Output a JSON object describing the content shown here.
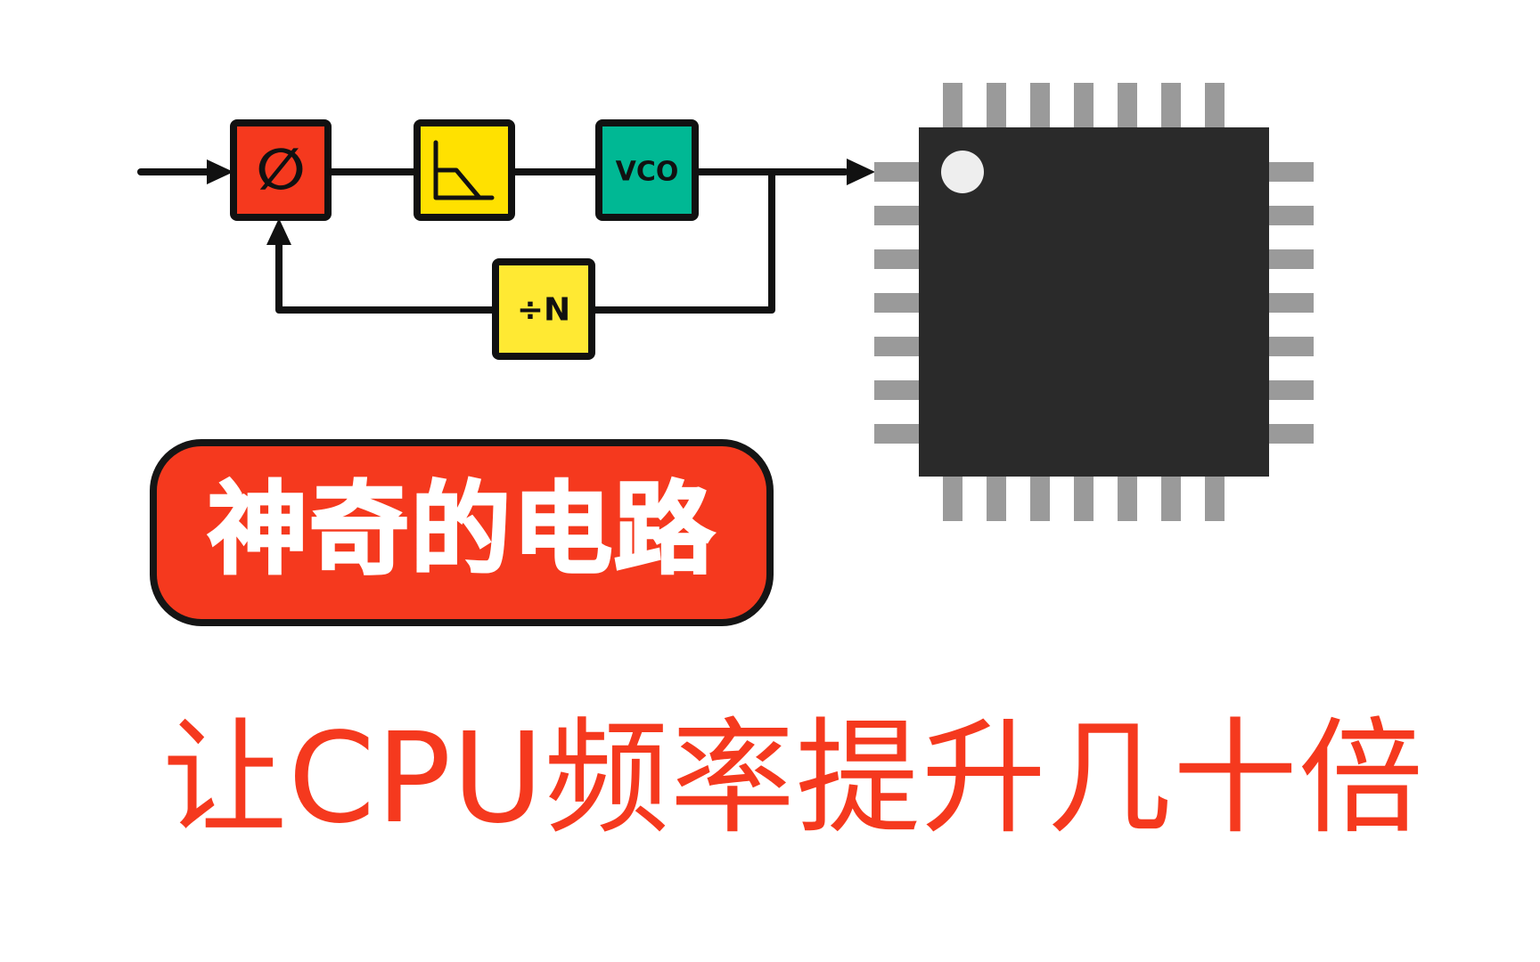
{
  "blocks": {
    "phase_detector": {
      "symbol": "∅",
      "color": "#f5391e"
    },
    "low_pass_filter": {
      "color": "#ffe100"
    },
    "vco": {
      "label": "VCO",
      "color": "#00b894"
    },
    "divider": {
      "label": "÷N",
      "color": "#ffe933"
    }
  },
  "chip": {
    "body_color": "#2a2a2a",
    "pin_color": "#9a9a9a",
    "pins_per_side": 7
  },
  "badge": {
    "text": "神奇的电路",
    "color": "#f5391e"
  },
  "subtitle": {
    "text": "让CPU频率提升几十倍",
    "color": "#f5391e"
  }
}
